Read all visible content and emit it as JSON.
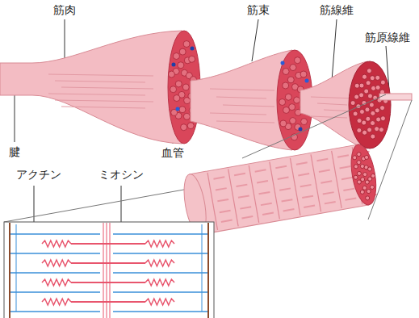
{
  "diagram": {
    "labels": [
      "筋肉",
      "筋束",
      "筋線維",
      "筋原線維",
      "腱",
      "血管",
      "アクチン",
      "ミオシン"
    ]
  }
}
